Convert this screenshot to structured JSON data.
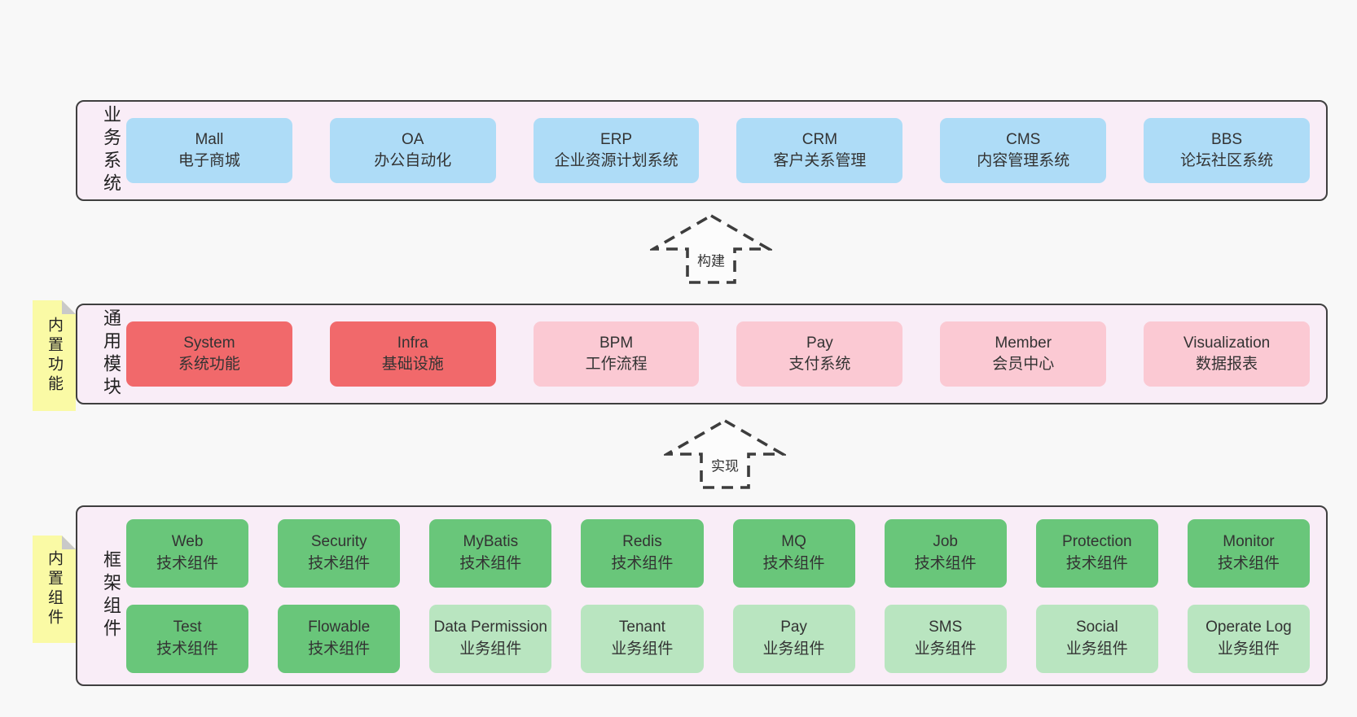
{
  "colors": {
    "page_bg": "#f8f8f8",
    "panel_bg": "#f9edf7",
    "panel_border": "#3f3f3f",
    "blue": "#aedcf7",
    "red": "#f1696b",
    "pink": "#fbc9d3",
    "green": "#69c67a",
    "light_green": "#b9e5c0",
    "note_yellow": "#fafaa5",
    "text": "#333333"
  },
  "bands": [
    {
      "label": "业务系统",
      "cards": [
        {
          "title": "Mall",
          "subtitle": "电子商城"
        },
        {
          "title": "OA",
          "subtitle": "办公自动化"
        },
        {
          "title": "ERP",
          "subtitle": "企业资源计划系统"
        },
        {
          "title": "CRM",
          "subtitle": "客户关系管理"
        },
        {
          "title": "CMS",
          "subtitle": "内容管理系统"
        },
        {
          "title": "BBS",
          "subtitle": "论坛社区系统"
        }
      ]
    },
    {
      "label": "通用模块",
      "cards": [
        {
          "title": "System",
          "subtitle": "系统功能"
        },
        {
          "title": "Infra",
          "subtitle": "基础设施"
        },
        {
          "title": "BPM",
          "subtitle": "工作流程"
        },
        {
          "title": "Pay",
          "subtitle": "支付系统"
        },
        {
          "title": "Member",
          "subtitle": "会员中心"
        },
        {
          "title": "Visualization",
          "subtitle": "数据报表"
        }
      ]
    },
    {
      "label": "框架组件",
      "rows": [
        [
          {
            "title": "Web",
            "subtitle": "技术组件"
          },
          {
            "title": "Security",
            "subtitle": "技术组件"
          },
          {
            "title": "MyBatis",
            "subtitle": "技术组件"
          },
          {
            "title": "Redis",
            "subtitle": "技术组件"
          },
          {
            "title": "MQ",
            "subtitle": "技术组件"
          },
          {
            "title": "Job",
            "subtitle": "技术组件"
          },
          {
            "title": "Protection",
            "subtitle": "技术组件"
          },
          {
            "title": "Monitor",
            "subtitle": "技术组件"
          }
        ],
        [
          {
            "title": "Test",
            "subtitle": "技术组件"
          },
          {
            "title": "Flowable",
            "subtitle": "技术组件"
          },
          {
            "title": "Data Permission",
            "subtitle": "业务组件"
          },
          {
            "title": "Tenant",
            "subtitle": "业务组件"
          },
          {
            "title": "Pay",
            "subtitle": "业务组件"
          },
          {
            "title": "SMS",
            "subtitle": "业务组件"
          },
          {
            "title": "Social",
            "subtitle": "业务组件"
          },
          {
            "title": "Operate Log",
            "subtitle": "业务组件"
          }
        ]
      ]
    }
  ],
  "arrows": [
    {
      "label": "构建"
    },
    {
      "label": "实现"
    }
  ],
  "notes": [
    {
      "label": "内置功能"
    },
    {
      "label": "内置组件"
    }
  ]
}
